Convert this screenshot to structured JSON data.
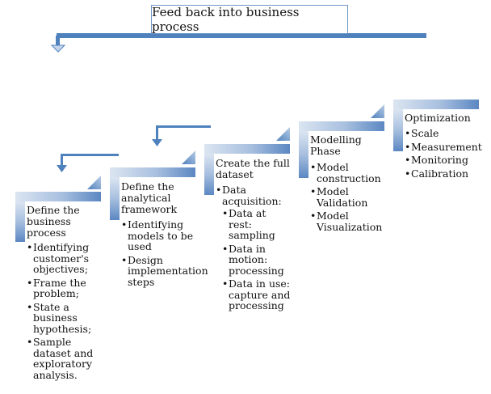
{
  "feedback": {
    "label": "Feed back into business process"
  },
  "colors": {
    "bar_dark": "#4f81bd",
    "bar_light": "#dbe5f1",
    "triangle": "#8eaadb",
    "arrow": "#4f81bd"
  },
  "icons": {
    "arrows": [
      "down-arrow-icon",
      "down-arrow-icon",
      "down-arrow-icon"
    ]
  },
  "steps": [
    {
      "title": "Define the business process",
      "items": [
        {
          "text": "Identifying customer's objectives;"
        },
        {
          "text": "Frame the problem;"
        },
        {
          "text": "State a business hypothesis;"
        },
        {
          "text": "Sample dataset and exploratory analysis."
        }
      ]
    },
    {
      "title": "Define the analytical framework",
      "items": [
        {
          "text": "Identifying models to be used"
        },
        {
          "text": "Design implementation steps"
        }
      ]
    },
    {
      "title": "Create the full dataset",
      "items": [
        {
          "text": "Data acquisition:",
          "subitems": [
            "Data at rest: sampling",
            "Data in motion: processing",
            "Data in use: capture and processing"
          ]
        }
      ]
    },
    {
      "title": "Modelling Phase",
      "items": [
        {
          "text": "Model construction"
        },
        {
          "text": "Model Validation"
        },
        {
          "text": "Model Visualization"
        }
      ]
    },
    {
      "title": "Optimization",
      "items": [
        {
          "text": "Scale"
        },
        {
          "text": "Measurement"
        },
        {
          "text": "Monitoring"
        },
        {
          "text": "Calibration"
        }
      ]
    }
  ]
}
